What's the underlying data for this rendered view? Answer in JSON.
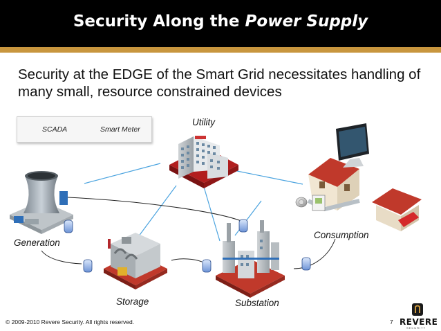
{
  "title": {
    "prefix": "Security Along the ",
    "emphasis": "Power Supply"
  },
  "subtitle": "Security at the EDGE of the Smart Grid necessitates handling of many small, resource constrained devices",
  "legend": {
    "scada_label": "SCADA",
    "meter_label": "Smart Meter"
  },
  "nodes": {
    "utility": "Utility",
    "generation": "Generation",
    "storage": "Storage",
    "substation": "Substation",
    "consumption": "Consumption"
  },
  "footer": {
    "copyright": "© 2009-2010 Revere Security. All rights reserved.",
    "page_number": "7",
    "logo_name": "REVERE",
    "logo_sub": "SECURITY"
  },
  "colors": {
    "header_bg": "#000000",
    "accent_bar": "#c8963e",
    "link_line": "#4aa3df",
    "scada_icon": "#8fb3e6",
    "house_roof": "#c0392b"
  }
}
